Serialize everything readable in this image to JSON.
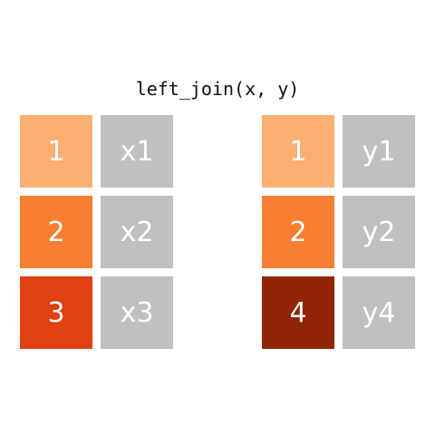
{
  "title": "left_join(x, y)",
  "colors": {
    "key_1": "#fbaf72",
    "key_2": "#f87e32",
    "key_3": "#e04012",
    "key_4": "#922508",
    "value_cell": "#c0c0c0",
    "text": "#ffffff"
  },
  "tables": {
    "x": {
      "rows": [
        {
          "key": "1",
          "value": "x1",
          "key_color": "#fbaf72"
        },
        {
          "key": "2",
          "value": "x2",
          "key_color": "#f87e32"
        },
        {
          "key": "3",
          "value": "x3",
          "key_color": "#e04012"
        }
      ]
    },
    "y": {
      "rows": [
        {
          "key": "1",
          "value": "y1",
          "key_color": "#fbaf72"
        },
        {
          "key": "2",
          "value": "y2",
          "key_color": "#f87e32"
        },
        {
          "key": "4",
          "value": "y4",
          "key_color": "#922508"
        }
      ]
    }
  }
}
